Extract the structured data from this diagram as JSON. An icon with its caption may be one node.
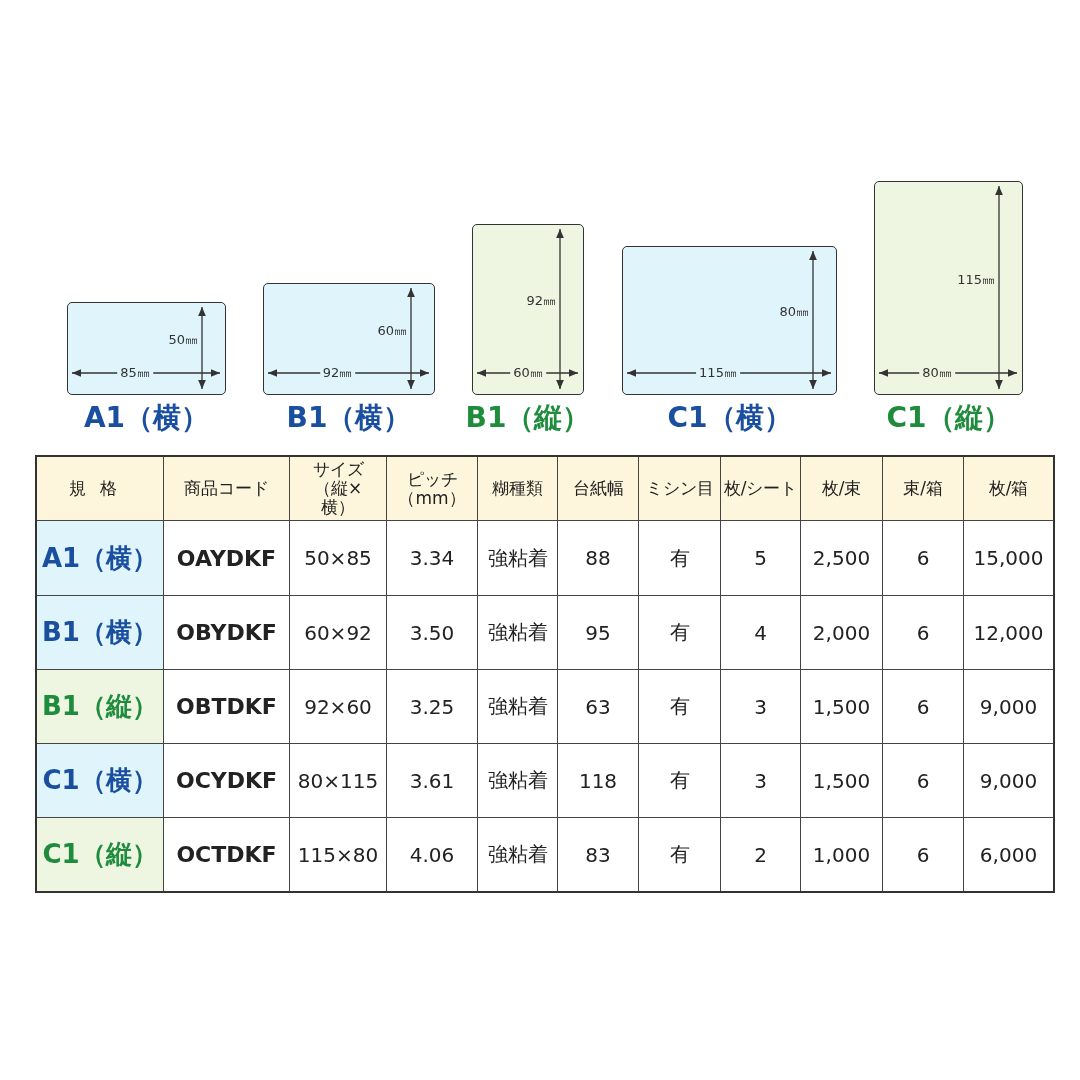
{
  "diagram": {
    "nodes": [
      {
        "text": [
          "50㎜",
          "85㎜"
        ],
        "beside": [
          "A1（横）"
        ]
      },
      {
        "text": [
          "60㎜",
          "92㎜"
        ],
        "beside": [
          "B1（横）"
        ]
      },
      {
        "text": [
          "92㎜",
          "60㎜"
        ],
        "beside": [
          "B1（縦）"
        ]
      },
      {
        "text": [
          "80㎜",
          "115㎜"
        ],
        "beside": [
          "C1（横）"
        ]
      },
      {
        "text": [
          "115㎜",
          "80㎜"
        ],
        "beside": [
          "C1（縦）"
        ]
      }
    ],
    "labels": [
      "規格",
      "商品コード",
      "サイズ（縦×横）",
      "ピッチ（mm）",
      "糊種類",
      "台紙幅",
      "ミシン目",
      "枚/シート",
      "枚/束",
      "束/箱",
      "枚/箱",
      "A1（横）",
      "OAYDKF",
      "50×85",
      "3.34",
      "強粘着",
      "88",
      "有",
      "5",
      "2,500",
      "6",
      "15,000",
      "B1（横）",
      "OBYDKF",
      "60×92",
      "3.50",
      "強粘着",
      "95",
      "有",
      "4",
      "2,000",
      "6",
      "12,000",
      "B1（縦）",
      "OBTDKF",
      "92×60",
      "3.25",
      "強粘着",
      "63",
      "有",
      "3",
      "1,500",
      "6",
      "9,000",
      "C1（横）",
      "OCYDKF",
      "80×115",
      "3.61",
      "強粘着",
      "118",
      "有",
      "3",
      "1,500",
      "6",
      "9,000",
      "C1（縦）",
      "OCTDKF",
      "115×80",
      "4.06",
      "強粘着",
      "83",
      "有",
      "2",
      "1,000",
      "6",
      "6,000"
    ]
  }
}
